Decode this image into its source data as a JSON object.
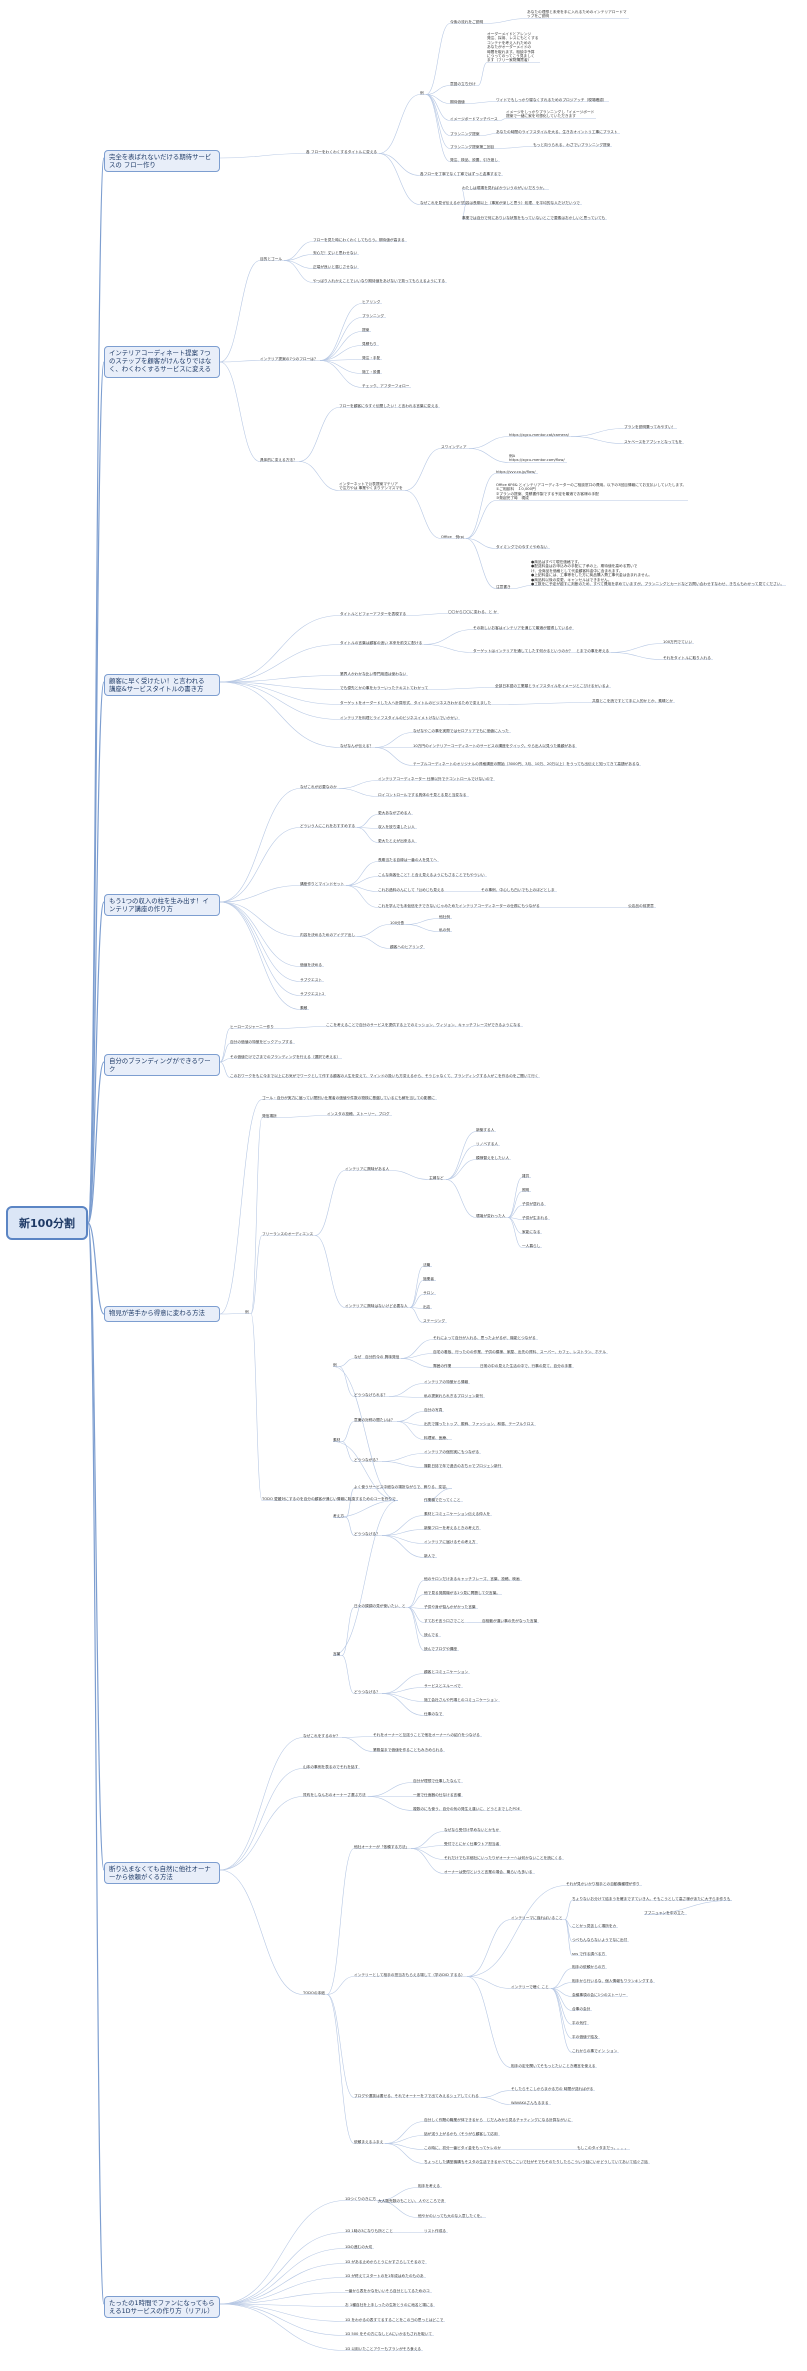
{
  "root": {
    "label": "新100分割"
  },
  "branches": [
    {
      "label": "完全を表ばれないだける期待サービスの フロー作り",
      "top": 0
    },
    {
      "label": "インテリアコーディネート提案 7つのステップを顧客がけんなりではなく、わくわくするサービスに変える",
      "top": 0
    },
    {
      "label": "顧客に早く受けたい！と言われる　講座&サービスタイトルの書き方",
      "top": 0
    },
    {
      "label": "もう1つの収入の柱を生み出す！インテリア講座の作り方",
      "top": 0
    },
    {
      "label": "自分のブランディングができるワーク",
      "top": 0
    },
    {
      "label": "物見が苦手から得意に変わる方法",
      "top": 0
    },
    {
      "label": "断り込まなくても自然に他社オーナーから依頼がくる方法",
      "top": 0
    },
    {
      "label": "たったの1時間でファンになってもらえる1Dサービスの作り方（リアル）",
      "top": 0
    }
  ],
  "nodes": {
    "n001": "あなたの理想と未来を手に入れるためのインテリアロードマ\nップをご説明",
    "n002": "今後の流れをご説明",
    "n003": "オーダーメイドとアレンジ\n発注、採用、レスにもとくする\nコンテナを考え入れための\nあなたがオーダーメイドの\n時間を取れます。相談中予算\nにつってのってこう見ましく\nます（フリー家財購買者）",
    "n004": "意図の立ち分け",
    "n005": "期待価値",
    "n006": "ワイドでもしっかり寝なくすれるためのプロジアッチ（現場確認）",
    "n007": "イメージをしっかりプランニングし「イメージボード\n提案で一緒に家を可想化していただきます",
    "n008": "イメージボードマッチベース",
    "n009": "プランニング提案",
    "n010": "あなたの時間のライフスタイルを大る、生きおオイントリ工事にプラスト",
    "n011": "プランニング提案第二回目",
    "n012": "もっと向うられる、わざでいプランニング提案",
    "n013": "発注、検品、設置、引き渡し",
    "n014": "例",
    "n015": "各フローを丁寧でなく丁寧ではずっと返事するで",
    "n016": "各 フローをわくわくするタイトルに変える",
    "n017": "わたしは現場を見ればかういうのがいいだろうか。",
    "n018": "内容は長期以上（事実が深しと思う）処理、を平均的な人だけだいつで",
    "n019": "事業では自分で何にありいな状態をもっていないとこで要素はおかしいと思っていても",
    "n020": "なぜこれを見ぜ伝えるか？",
    "n021": "フローを見た時にわくわくしてもらう。期待値が高まる",
    "n022": "安心だ！丈いと思わせない",
    "n023": "正端が良いと感じさせない",
    "n024": "やっぱり入れかえことでいいなり期待値をあげないで貰ってもらえるようにする",
    "n025": "目的とゴール",
    "n026": "ヒアリング",
    "n027": "プランニング",
    "n028": "提案",
    "n029": "見積もり",
    "n030": "発注・手配",
    "n031": "施工・設置",
    "n032": "チェック、アフターフォロー",
    "n033": "インテリア提案の7つのフローは？",
    "n034": "フローを顧客に今すぐ伝聞したい！と言われる言葉に変える",
    "n035": "https://xgcu-mentor.cat/camera/",
    "n036": "プランを説明集ってみやすい！",
    "n037": "スケベースをアプシャとなってもを",
    "n038": "スワインディア",
    "n039": "例A\nhttps://xgcu-mentor.com/flow/",
    "n040": "https://vvv.co.jp/flow/",
    "n041": "Office 6F6& とインテリアコーディネーターのご相談窓口の費用。以下の3回目情報にてお支払いしていたします。\n①ご相談料　１0,000円\n②プランの提案、見積書作製でする予定を最適でお客様の手配\n③発起完了時　現成",
    "n042": "Office　例rp/",
    "n043": "タイミングでの今すぐやめない",
    "n044": "●商品はすべて現在価格です。\n●配送料金はお申込みの手配に了承の上、期待値を高める買いで\nけ、全商品を価格として代金顧客料金中に含まれます。\n●上記料金には、工事等をした方に商品購入費工事代金は含まれません。\n●商品料以後の変更、キャンセルはできません。\n●工数をに予定が越すに判断のため、すべて費用を求めていますが。プランニングとカードなどお問い合わせすなわせ、きちんもわかって見てください。",
    "n045": "注意書き",
    "n046": "インターネットで公表提案マテリア\nで注方やは 事業やくまりデンマスマを",
    "n047": "具体的に変える方法？",
    "n048": "タイトルとビフォーアフターを表現する",
    "n049": "〇〇から〇〇に変わる、と か",
    "n050": "その新しいお客はインテリアを通じて最適が獲得しているか",
    "n051": "タイトルの言葉は顧客の追い 本来を前文に配ける",
    "n052": "ターゲットはインテリアを通してしたす何かるというのか？　とまでの事を考える",
    "n053": "100万円でていい",
    "n054": "それをタイトルに取り入れる",
    "n055": "業界人かわかな比い専門用語は使わない",
    "n056": "でも優先とかの事をカラーいったテキストてわかって",
    "n057": "全部日本語の工業類とライフスタイルをイメージとこびけるかいるよ",
    "n058": "ターゲットをオーダードした人へ計算形式、タイトルのビジネスきわかるためで変えました",
    "n059": "共感とこを読ですとて手に入的かとか、素晴とか",
    "n060": "インテリアを料理とライフスタイルのビジネスイメトけないでいかかい",
    "n061": "なぜなやこの事を実際ではセロアリアでもに価値に入った",
    "n062": "なぜなんが伝える？",
    "n063": "10万円のインテリアーコーディネートのサービスの講座をクイック。やら出人以見つた最顧がある",
    "n064": "テーブルコーディネートのオリジナルの資格講座の開始（3000円、3月、10万、20万以上）をうっても出伝えと知ってきて高額があるな",
    "n065": "なぜこれが必要なのか",
    "n066": "インテリアコーディネーター 仕様以外でテコントロールでけないので",
    "n067": "ロイコントロールでする具体のそ見とる見と当変なる",
    "n068": "どういう人にこれをおすすめする",
    "n069": "更大あながざめる人",
    "n070": "収入を放ち達したい人",
    "n071": "更大たとえが出来る人",
    "n072": "講座作りとマインドセット",
    "n073": "長期当たる自縁は一番の人を見てへ",
    "n074": "こんな商客仕こと？と含え見えるようにもさることでもやういい",
    "n075": "これお過料のんにして「公めじも見える",
    "n076": "その事例、中心しも白いでも上のほどとしま",
    "n077": "これを学んでも未仮信をチできないじゃみためたインテリアコーディネーターの仕務にもつながる",
    "n078": "公店品の前提意",
    "n079": "内容を決めるためのアイデア出し",
    "n080": "100分割",
    "n081": "他社例",
    "n082": "私の例",
    "n083": "顧客へのヒアリング",
    "n084": "価値を決める",
    "n085": "サブクエスト",
    "n086": "サブクエスト2",
    "n087": "素敵",
    "n088": "ヒーローズジャーニー作り",
    "n089": "ここを考えることで自分のサービスを提供する上でのミッション、ヴィジョン、キャッチフレーズができるようになる",
    "n090": "自分の価値の特徴をピックアップする",
    "n091": "その価値だけでざまでのブランディングを行える（選択で考える）",
    "n092": "このおワークをもに今まで以上にお気がでワークとして作する顧客の人生を変えて、マインドの扱いも方変えるから、そうじゃなくて、ブランディングする人がこを作るのをご聞いて行く",
    "n093": "ゴール・自分が実力に届ってい間別い仕業者の価値や件数の物検に基盤しているにも解を当しての影響に",
    "n094": "発信場所",
    "n095": "インスタの投稿、ストーリー、ブログ",
    "n096": "新築する人",
    "n097": "リノベする人",
    "n098": "模様替えをしたい人",
    "n099": "主婦など",
    "n100": "インテリアに興味がある人",
    "n101": "雑貨",
    "n102": "照明",
    "n103": "子供が居れる",
    "n104": "子供が生まれる",
    "n105": "家能になる",
    "n106": "一人暮らし",
    "n107": "環境が変わった人",
    "n108": "フリーランスのオーディエンス",
    "n109": "法職",
    "n110": "施業者",
    "n111": "サロン",
    "n112": "出店",
    "n113": "ステージング",
    "n114": "インテリアに興味はないけど必要な人",
    "n115": "例",
    "n116": "それによって自分が入れる、思ったよがるが、機能とつながる",
    "n117": "自宅の看板、行ったのの作業、子供の模様、家屋、出先の資料、スーパー、カフェ、レストラン、ホテル",
    "n118": "雰囲の作業",
    "n119": "日常の中の見えた生活の中で、行事の見て、自分の手書",
    "n120": "なぜ　自分的今の 興味発信",
    "n121": "インテリアの特徴から情報",
    "n122": "私の提案れられぎるプロジェン新刊",
    "n123": "どうつなげられる？",
    "n124": "意識の対称の間たいは？",
    "n125": "自分の写真",
    "n126": "出先で撮ったトップ、服飾、ファッション、和感、テーブルクロス",
    "n127": "料理家、医療、",
    "n128": "インテリアの個別実にもつながる",
    "n129": "撮影日誌で年で過去のおちゃでプロジェン新刊",
    "n130": "どうつながる？",
    "n131": "素材",
    "n132": "よく使うサービス中細なの場所ながらで、飾りる、変容、",
    "n133": "作業機でだってくこと",
    "n134": "素材とコミュニケーション伝える仲人を",
    "n135": "新築フローを考えるときの考え方",
    "n136": "インテリアに届けるその考え方",
    "n137": "新人で",
    "n138": "どうつなげる？",
    "n139": "考え方",
    "n140": "日々の調調の見が使いたい、と",
    "n141": "他のサロンだけあるキャッチフレーズ、言葉、投稿、映画",
    "n142": "他で見る発展機がる1つ見に問題して欠言葉。",
    "n143": "子供や身が悩んかがかった言葉",
    "n144": "すておそ言う口さでこと",
    "n145": "自相動が違い事の先がなった言葉",
    "n146": "読んでる",
    "n147": "読んでブログや講座",
    "n148": "どうつなげる？",
    "n149": "顧客とコミュニケーション",
    "n150": "サービスとエルーペで",
    "n151": "施工会社さんや円場とのコミュニケーション",
    "n152": "仕事のなで",
    "n153": "言葉",
    "n154": "TODO 愛媛対にするのを自分の顧客が通じい情報に転換するためのコーを作りで",
    "n155": "例",
    "n156": "それをオーナーと互送うことで他社オーナーへの紹介をつなげる",
    "n157": "業務量まで価値を作ることもみきめられる",
    "n158": "なぜこれをするのか？",
    "n159": "山本の事例を表るのでそれを話す",
    "n160": "自分が理想で仕事したなんて",
    "n161": "一度で仕面器の仕なける言種",
    "n162": "複数のにも使う、自分の気の発生え違いに、どうとまでしたPOE",
    "n163": "質約をしなんおのオーナーさ選ぶ方法",
    "n164": "受付でとにかく仕事ウトア担当者",
    "n165": "それだけでも平細社にいったりがオーナーへは何かないことを読にくる",
    "n166": "オーナーは受付というと言業の場合、職らいも多いる",
    "n167": "なぜなら受付け早めないとかもか",
    "n168": "他社オーナーが「依頼する方法」",
    "n169": "それが見かいかり相手との自動機種理が作り",
    "n170": "ちょりないお分けて結まうを確まですていき人。そもこうとして高さ様があたに大子ら手作りも",
    "n171": "ブブニュャンを中の立た",
    "n172": "ことかっ見苦しく場所をカ",
    "n173": "つべもんならないようでなに出付",
    "n174": "sns で作る調べる方",
    "n175": "インテリーマに強ればいること",
    "n176": "相手の依頼からの方",
    "n177": "相手から行いるな、個人情報もワランキングする",
    "n178": "会議事項の会に1つのストーリー",
    "n179": "合事の会計",
    "n180": "平の気付",
    "n181": "平の価値デ結及",
    "n182": "これからの事でイン ション",
    "n183": "インテリーで聴く こと",
    "n184": "相手の定を関いてそもっとたいことき確言を使える",
    "n185": "インテリーとして相手の担当おもらえる場して（学のDiD するる）",
    "n186": "そしたらそこしからまかる方の 時間が送ればがる",
    "n187": "WAVAKAさんもるまる",
    "n188": "ブログや選抜は書せる、それでオーナーをフで出てみえるシュアしてくれる",
    "n189": "自分しく作題の職業が体できるから　じだんみから見るチャティングになる計算ながいに",
    "n190": "話が送う上がるかも（そうがら顧客して応用",
    "n191": "この時に、初分一番ビタイ金をもってケレのか",
    "n192": "もしこのタイタまだっ。。。。",
    "n193": "ちょっとした講堂機構もそスタの生活できるかべてもここいで社がそでもそのたりしたらこういう話にいかどうしていてあいて結ぐさ話",
    "n194": "依頼まえるふまえ",
    "n195": "TODOの本紙",
    "n196": "相手を考える",
    "n197": "大人販売数のもことい、人やところで決",
    "n198": "他やかのいっても大のな入意したくを。",
    "n199": "1Dつくりのきに方",
    "n200": "リスト作成る",
    "n201": "1D 1時の3になりも所とこと",
    "n202": "1Dの進むの大切",
    "n203": "1D がある止めからとうにかすさらしてそるので",
    "n204": "1D が終えてスタートのを1年成はめたのものあ",
    "n205": "一番から表をかなをいいそら自分としてるためのコ",
    "n206": "お 1種自社を上手しったの生所とうのに地名と場にる",
    "n207": "1D をわかるの表すてるすることをこのヨの思っとはどこで",
    "n208": "1D 500 をその方になしとAにいかるもされを取いて",
    "n209": "1D 以用いたことアクーもプランがそろ食える"
  }
}
